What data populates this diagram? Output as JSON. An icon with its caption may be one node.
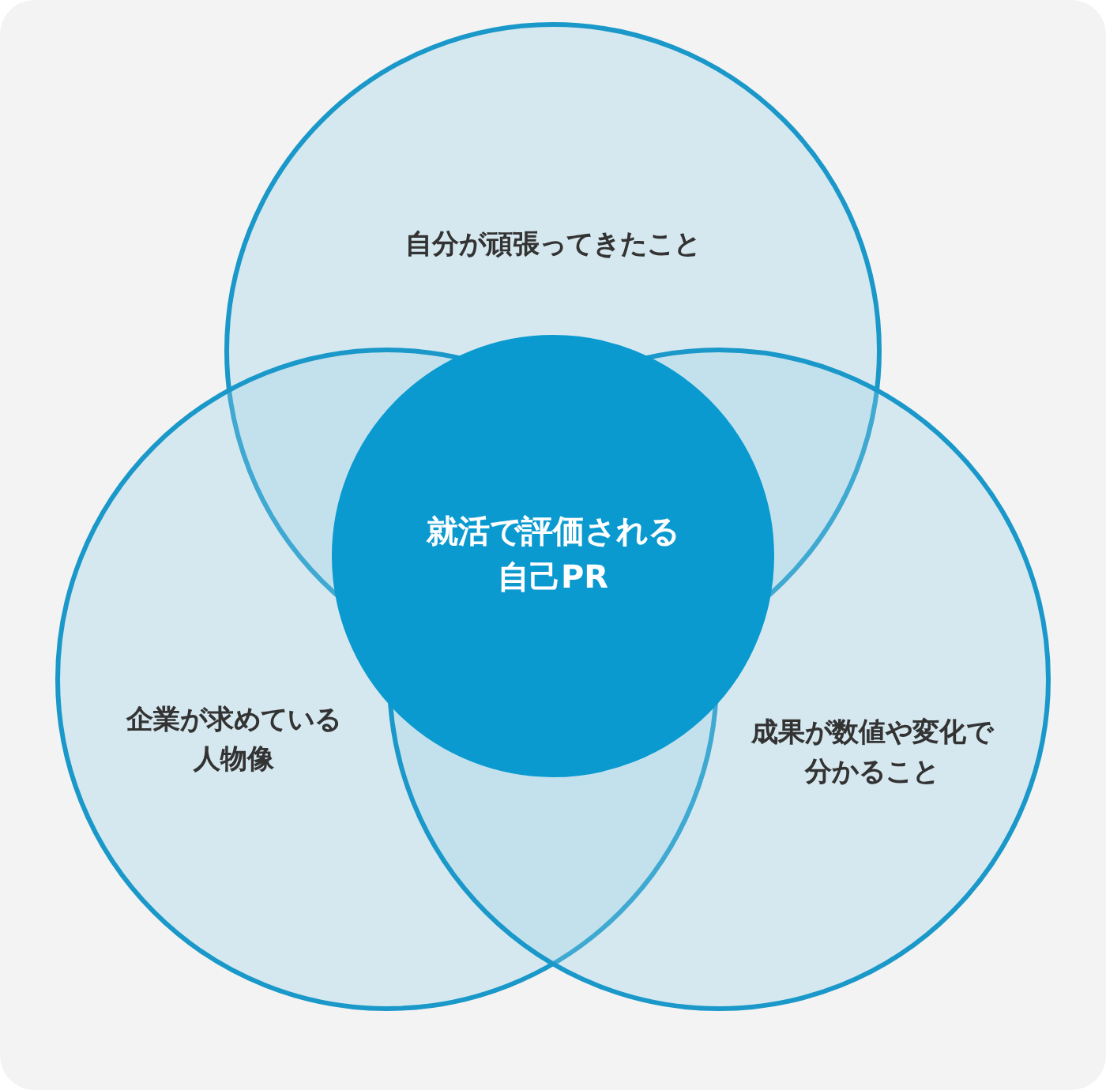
{
  "diagram": {
    "nodes": [
      {
        "text": [
          "自分が頑張ってきたこと"
        ]
      },
      {
        "text": [
          "企業が求めている人物像"
        ]
      },
      {
        "text": [
          "成果が数値や変化で分かること"
        ]
      },
      {
        "text": [
          "就活で評価される自己PR"
        ]
      }
    ]
  }
}
